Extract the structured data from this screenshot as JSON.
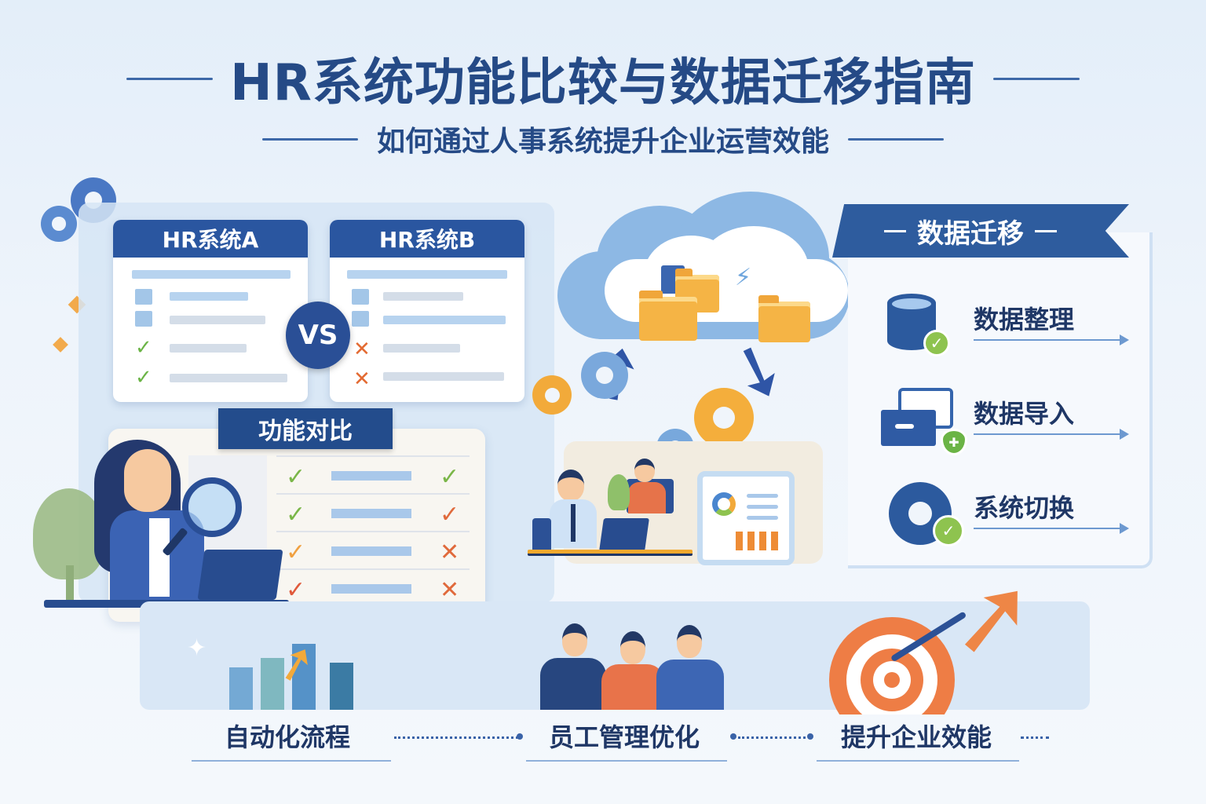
{
  "header": {
    "title": "HR系统功能比较与数据迁移指南",
    "subtitle": "如何通过人事系统提升企业运营效能"
  },
  "comparison": {
    "system_a": {
      "label": "HR系统A",
      "rows": [
        "box",
        "box",
        "check",
        "check"
      ]
    },
    "system_b": {
      "label": "HR系统B",
      "rows": [
        "box",
        "box",
        "cross",
        "cross"
      ]
    },
    "vs_label": "VS",
    "feature_banner": "功能对比",
    "feature_table": [
      {
        "left": "✓",
        "left_color": "#7ab648",
        "right": "✓",
        "right_color": "#7ab648"
      },
      {
        "left": "✓",
        "left_color": "#7ab648",
        "right": "✓",
        "right_color": "#e06a3c"
      },
      {
        "left": "✓",
        "left_color": "#f0a040",
        "right": "✕",
        "right_color": "#e06a3c"
      },
      {
        "left": "✓",
        "left_color": "#e05a3c",
        "right": "✕",
        "right_color": "#e06a3c"
      }
    ]
  },
  "migration": {
    "banner": "数据迁移",
    "steps": [
      {
        "icon": "database-icon",
        "label": "数据整理"
      },
      {
        "icon": "storage-box-icon",
        "label": "数据导入"
      },
      {
        "icon": "gear-icon",
        "label": "系统切换"
      }
    ]
  },
  "benefits": [
    {
      "label": "自动化流程"
    },
    {
      "label": "员工管理优化"
    },
    {
      "label": "提升企业效能"
    }
  ],
  "colors": {
    "primary": "#254a86",
    "accent_orange": "#f5b445",
    "success_green": "#8ec34f",
    "error_red": "#e06a3c",
    "light_blue": "#8db8e4"
  }
}
